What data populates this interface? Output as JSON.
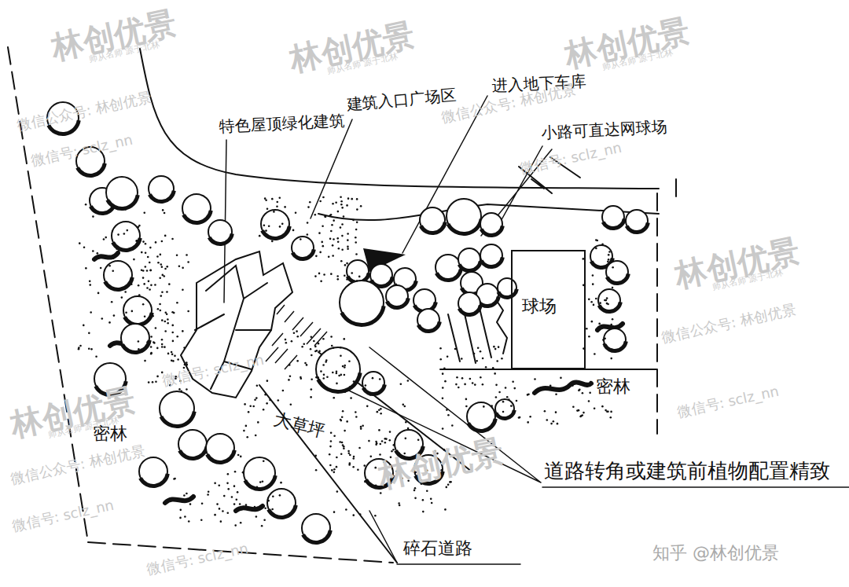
{
  "diagram": {
    "nodes": [
      {
        "text": [
          "球场"
        ]
      }
    ],
    "labels": [
      "特色屋顶绿化建筑",
      "建筑入口广场区",
      "进入地下车库",
      "小路可直达网球场",
      "密林",
      "密林",
      "大草坪",
      "道路转角或建筑前植物配置精致",
      "碎石道路",
      "林创优景",
      "师从名师 源于北林",
      "林创优景",
      "师从名师 源于北林",
      "林创优景",
      "师从名师 源于北林",
      "微信公众号: 林创优景",
      "微信号: sclz_nn",
      "微信公众号: 林创优景",
      "微信号: sclz_nn",
      "林创优景",
      "师从名师 源于北林",
      "微信公众号: 林创优景",
      "微信号: sclz_nn",
      "林创优景",
      "师从名师 源于北林",
      "微信公众号: 林创优景",
      "微信号: sclz_nn",
      "林创优景",
      "微信号: sclz_nn",
      "知乎 @林创优景",
      "微信号: sclz_nn"
    ]
  }
}
